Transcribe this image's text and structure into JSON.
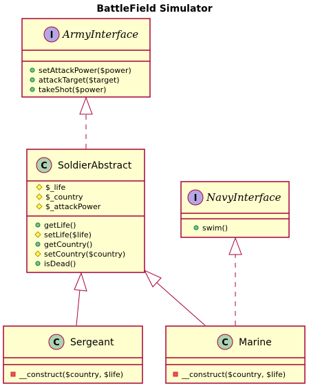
{
  "diagram": {
    "title": "BattleField Simulator",
    "classes": {
      "army_interface": {
        "stereotype_letter": "I",
        "name": "ArmyInterface",
        "methods": [
          {
            "visibility": "public",
            "text": "setAttackPower($power)"
          },
          {
            "visibility": "public",
            "text": "attackTarget($target)"
          },
          {
            "visibility": "public",
            "text": "takeShot($power)"
          }
        ]
      },
      "soldier_abstract": {
        "stereotype_letter": "C",
        "name": "SoldierAbstract",
        "fields": [
          {
            "visibility": "protected",
            "text": "$_life"
          },
          {
            "visibility": "protected",
            "text": "$_country"
          },
          {
            "visibility": "protected",
            "text": "$_attackPower"
          }
        ],
        "methods": [
          {
            "visibility": "public",
            "text": "getLife()"
          },
          {
            "visibility": "protected",
            "text": "setLife($life)"
          },
          {
            "visibility": "public",
            "text": "getCountry()"
          },
          {
            "visibility": "protected",
            "text": "setCountry($country)"
          },
          {
            "visibility": "public",
            "text": "isDead()"
          }
        ]
      },
      "navy_interface": {
        "stereotype_letter": "I",
        "name": "NavyInterface",
        "methods": [
          {
            "visibility": "public",
            "text": "swim()"
          }
        ]
      },
      "sergeant": {
        "stereotype_letter": "C",
        "name": "Sergeant",
        "methods": [
          {
            "visibility": "private",
            "text": "__construct($country, $life)"
          }
        ]
      },
      "marine": {
        "stereotype_letter": "C",
        "name": "Marine",
        "methods": [
          {
            "visibility": "private",
            "text": "__construct($country, $life)"
          }
        ]
      }
    },
    "relations": [
      {
        "from": "SoldierAbstract",
        "to": "ArmyInterface",
        "type": "realization"
      },
      {
        "from": "Sergeant",
        "to": "SoldierAbstract",
        "type": "inheritance"
      },
      {
        "from": "Marine",
        "to": "SoldierAbstract",
        "type": "inheritance"
      },
      {
        "from": "Marine",
        "to": "NavyInterface",
        "type": "realization"
      }
    ],
    "colors": {
      "box_fill": "#FEFECE",
      "border": "#A80036",
      "class_badge": "#ADD1B2",
      "interface_badge": "#B4A7E5",
      "public": "#84BE84",
      "protected": "#FFFF44",
      "private": "#F24D5C"
    }
  }
}
